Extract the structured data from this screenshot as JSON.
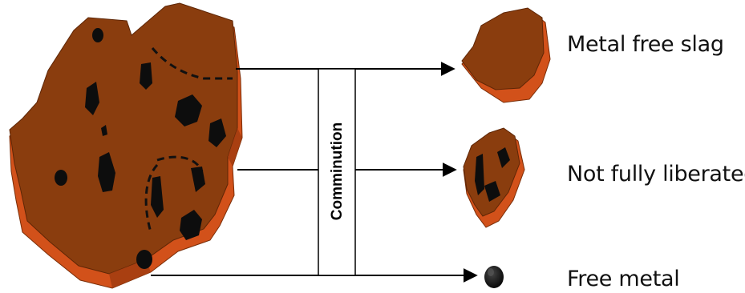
{
  "process_label": "Comminution",
  "outputs": [
    {
      "label": "Metal free slag"
    },
    {
      "label": "Not fully liberated"
    },
    {
      "label": "Free metal"
    }
  ],
  "colors": {
    "slag_top": "#8a3d0e",
    "slag_side": "#d2511a",
    "slag_shadow": "#a23c10",
    "metal": "#111111",
    "arrow": "#000000"
  }
}
